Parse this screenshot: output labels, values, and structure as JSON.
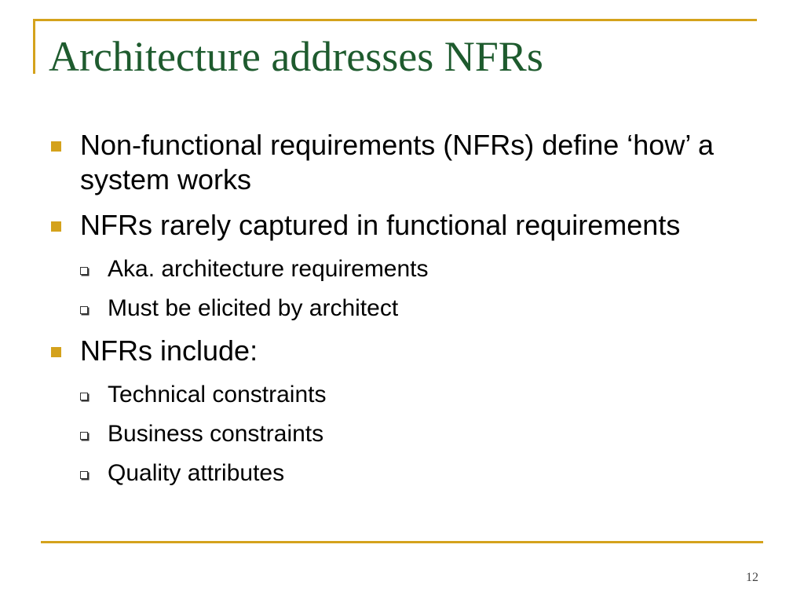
{
  "slide": {
    "title": "Architecture addresses NFRs",
    "page_number": "12",
    "accent_color": "#d4a21c",
    "title_color": "#1e5b2e",
    "bullets": [
      {
        "text": "Non-functional requirements (NFRs) define ‘how’ a system works",
        "sub": []
      },
      {
        "text": "NFRs rarely captured in functional requirements",
        "sub": [
          "Aka. architecture requirements",
          "Must be elicited by architect"
        ]
      },
      {
        "text": "NFRs include:",
        "sub": [
          "Technical constraints",
          "Business constraints",
          "Quality attributes"
        ]
      }
    ]
  }
}
